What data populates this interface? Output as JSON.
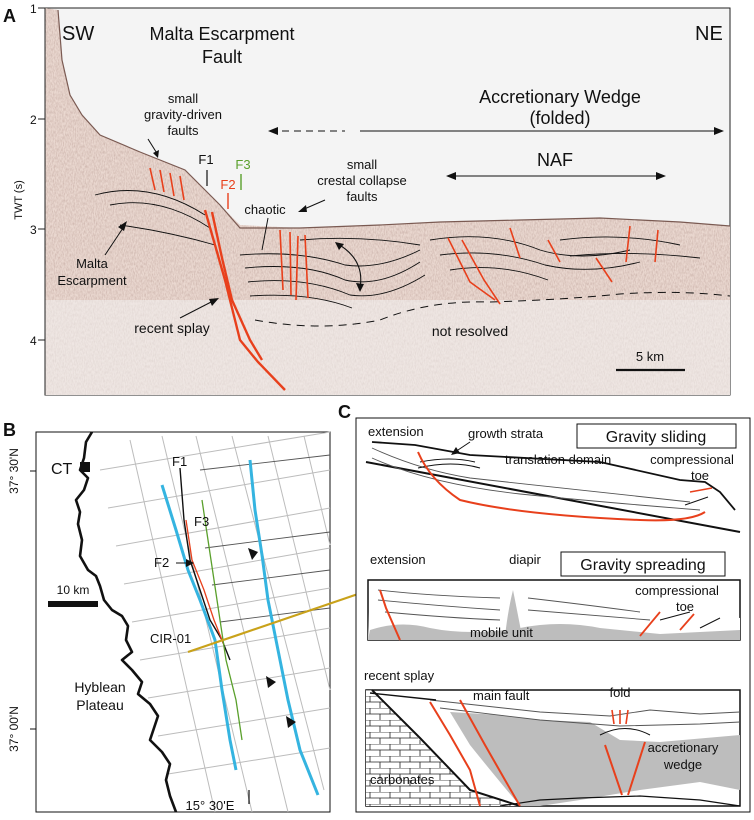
{
  "panel_a": {
    "letter": "A",
    "sw": "SW",
    "ne": "NE",
    "title_line1": "Malta Escarpment",
    "title_line2": "Fault",
    "y_axis_label": "TWT (s)",
    "y_ticks": [
      "1",
      "2",
      "3",
      "4"
    ],
    "gravity_faults": [
      "small",
      "gravity-driven",
      "faults"
    ],
    "f1": "F1",
    "f2": "F2",
    "f3": "F3",
    "accretionary_line1": "Accretionary Wedge",
    "accretionary_line2": "(folded)",
    "naf": "NAF",
    "crestal_faults": [
      "small",
      "crestal collapse",
      "faults"
    ],
    "chaotic": "chaotic",
    "malta_escarpment": [
      "Malta",
      "Escarpment"
    ],
    "recent_splay": "recent splay",
    "not_resolved": "not resolved",
    "scale": "5 km"
  },
  "panel_b": {
    "letter": "B",
    "ct": "CT",
    "lat_top": "37° 30'N",
    "lat_bottom": "37° 00'N",
    "scale": "10 km",
    "f1": "F1",
    "f3": "F3",
    "f2": "F2",
    "cir": "CIR-01",
    "plateau_line1": "Hyblean",
    "plateau_line2": "Plateau",
    "lon": "15° 30'E"
  },
  "panel_c": {
    "letter": "C",
    "sliding_title": "Gravity sliding",
    "sliding_extension": "extension",
    "growth_strata": "growth strata",
    "translation": "translation domain",
    "sliding_toe": [
      "compressional",
      "toe"
    ],
    "spreading_title": "Gravity spreading",
    "spreading_extension": "extension",
    "diapir": "diapir",
    "spreading_toe": [
      "compressional",
      "toe"
    ],
    "mobile_unit": "mobile unit",
    "recent_splay": "recent splay",
    "main_fault": "main fault",
    "fold": "fold",
    "carbonates": "carbonates",
    "accretionary": [
      "accretionary",
      "wedge"
    ]
  },
  "colors": {
    "fault_red": "#e8401c",
    "f3_green": "#5aa02c",
    "seismic_tint": "#c9a79a",
    "bathymetry_blue": "#35b4e0",
    "cir_line": "#c9a21a",
    "mobile_gray": "#bdbdbd"
  }
}
